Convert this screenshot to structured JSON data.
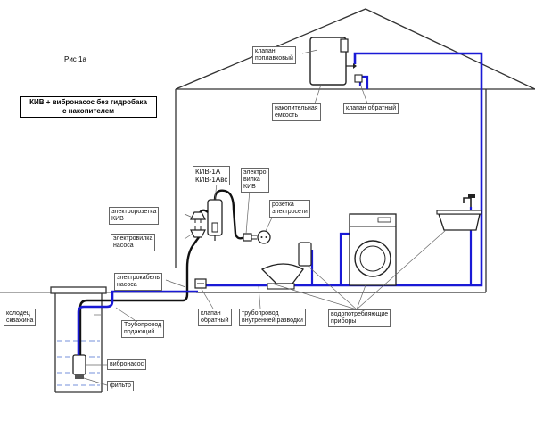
{
  "figure": {
    "caption": "Рис 1а"
  },
  "title": {
    "line1": "КИВ + вибронасос без гидробака",
    "line2": "с накопителем"
  },
  "labels": {
    "float_valve": {
      "l1": "клапан",
      "l2": "поплавковый"
    },
    "storage_tank": {
      "l1": "накопительная",
      "l2": "емкость"
    },
    "check_valve_top": {
      "l1": "клапан обратный"
    },
    "kiv_model": {
      "l1": "КИВ-1А",
      "l2": "КИВ-1Авс"
    },
    "kiv_plug": {
      "l1": "электро",
      "l2": "вилка",
      "l3": "КИВ"
    },
    "kiv_socket": {
      "l1": "электророзетка",
      "l2": "КИВ"
    },
    "mains_socket": {
      "l1": "розетка",
      "l2": "электросети"
    },
    "pump_plug": {
      "l1": "электровилка",
      "l2": "насоса"
    },
    "pump_cable": {
      "l1": "электрокабель",
      "l2": "насоса"
    },
    "well": {
      "l1": "колодец",
      "l2": "скважина"
    },
    "supply_pipe": {
      "l1": "Трубопровод",
      "l2": "подающий"
    },
    "check_valve_bottom": {
      "l1": "клапан",
      "l2": "обратный"
    },
    "internal_pipe": {
      "l1": "трубопровод",
      "l2": "внутренней разводки"
    },
    "consumers": {
      "l1": "водопотребляющие",
      "l2": "приборы"
    },
    "pump": {
      "l1": "вибронасос"
    },
    "filter": {
      "l1": "фильтр"
    }
  },
  "colors": {
    "water_pipe": "#1a1ad6",
    "cable": "#000000",
    "outline": "#333333",
    "water": "#4a6fd0"
  }
}
